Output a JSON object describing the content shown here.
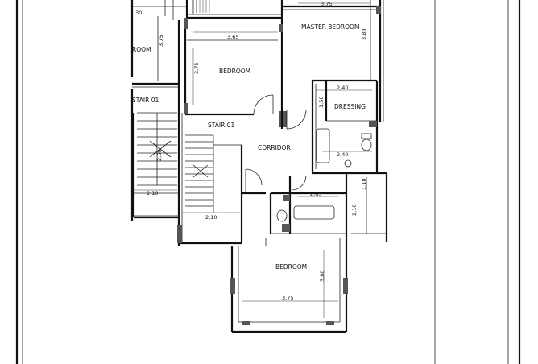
{
  "rooms": {
    "master_bedroom": "MASTER BEDROOM",
    "bedroom_top": "BEDROOM",
    "bedroom_bottom": "BEDROOM",
    "dressing": "DRESSING",
    "corridor": "CORRIDOR",
    "stair_left": "STAIR 01",
    "stair_center": "STAIR 01",
    "room_left_partial": "ROOM"
  },
  "dimensions": {
    "top_left": "30",
    "top_master_width": "3,75",
    "left_room_height": "3,75",
    "bedroom_width": "3,65",
    "bedroom_height": "3,75",
    "master_height": "3,80",
    "dressing_width": "2,40",
    "dressing_height": "1,50",
    "bath_width": "2,40",
    "bath2_width": "2,65",
    "bath2_height": "2,10",
    "small_right": "1,10",
    "stair_left_width": "2,10",
    "stair_center_width": "2,10",
    "bottom_bedroom_width": "3,75",
    "bottom_bedroom_height": "3,80",
    "stair_vertical": "2,50"
  }
}
